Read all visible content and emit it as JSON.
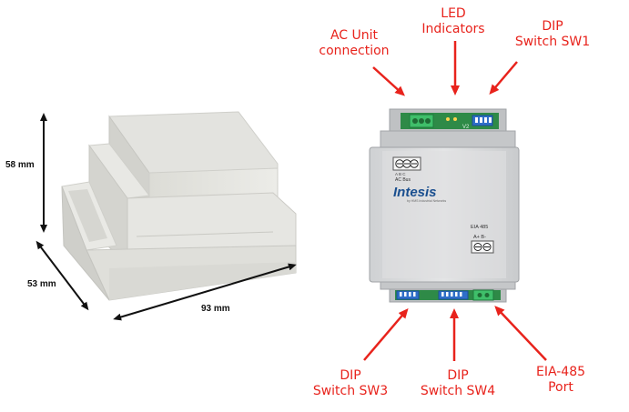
{
  "dimensions": {
    "height": "58 mm",
    "depth": "53 mm",
    "width": "93 mm"
  },
  "device": {
    "brand": "Intesis",
    "brand_tagline": "by HMS Industrial Networks",
    "top_terminal_label": "AC Bus",
    "top_terminal_pins": "A  B  C",
    "board_text": "V2",
    "eia_label": "EIA 485",
    "eia_pins": "A+ B-"
  },
  "callouts": {
    "ac_unit": [
      "AC Unit",
      "connection"
    ],
    "led": [
      "LED",
      "Indicators"
    ],
    "sw1": [
      "DIP",
      "Switch SW1"
    ],
    "sw3": [
      "DIP",
      "Switch SW3"
    ],
    "sw4": [
      "DIP",
      "Switch SW4"
    ],
    "eia": [
      "EIA-485",
      "Port"
    ]
  },
  "colors": {
    "callout": "#e8231c",
    "brand": "#1a4f8f",
    "terminal_green": "#3fbf6a",
    "dip_blue": "#2f6fc9"
  }
}
